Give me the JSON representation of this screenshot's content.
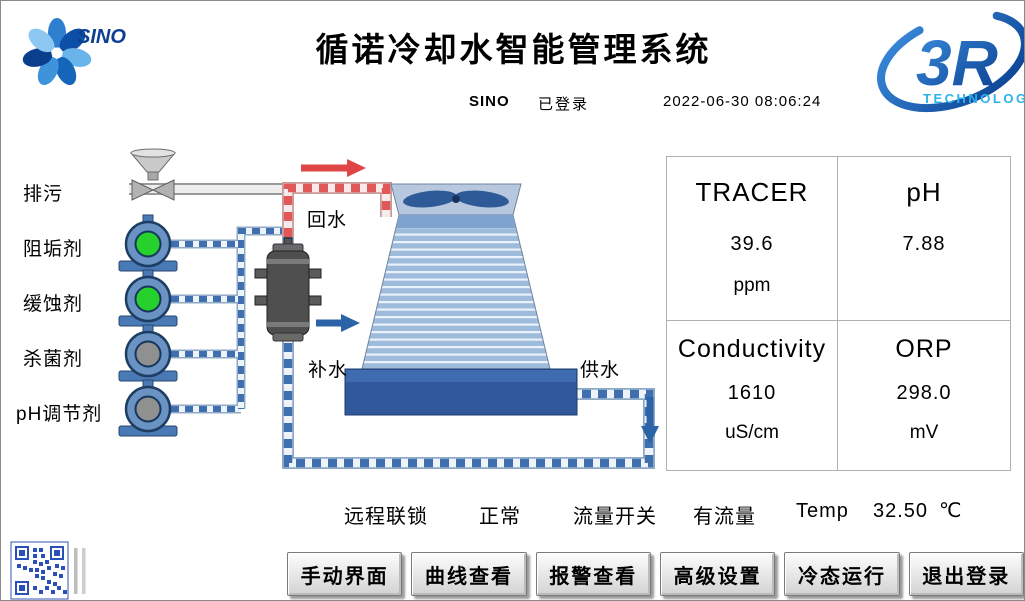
{
  "header": {
    "title": "循诺冷却水智能管理系统",
    "user": "SINO",
    "login_status": "已登录",
    "datetime": "2022-06-30 08:06:24"
  },
  "logos": {
    "sino_text": "SINO",
    "r3_text": "3R",
    "r3_sub": "TECHNOLOGY"
  },
  "dosing": {
    "blowdown": "排污",
    "scale_inhibitor": "阻垢剂",
    "corrosion_inhibitor": "缓蚀剂",
    "biocide": "杀菌剂",
    "ph_regulator": "pH调节剂"
  },
  "diagram": {
    "return_water": "回水",
    "makeup_water": "补水",
    "supply_water": "供水"
  },
  "readings": {
    "tracer": {
      "name": "TRACER",
      "value": "39.6",
      "unit": "ppm"
    },
    "ph": {
      "name": "pH",
      "value": "7.88",
      "unit": ""
    },
    "conductivity": {
      "name": "Conductivity",
      "value": "1610",
      "unit": "uS/cm"
    },
    "orp": {
      "name": "ORP",
      "value": "298.0",
      "unit": "mV"
    }
  },
  "status_bar": {
    "interlock_label": "远程联锁",
    "interlock_value": "正常",
    "flow_label": "流量开关",
    "flow_value": "有流量",
    "temp_label": "Temp",
    "temp_value": "32.50",
    "temp_unit": "℃"
  },
  "buttons": {
    "manual": "手动界面",
    "curves": "曲线查看",
    "alarms": "报警查看",
    "settings": "高级设置",
    "cold_run": "冷态运行",
    "logout": "退出登录"
  },
  "colors": {
    "pump_on": "#25d12a",
    "pump_off": "#909090"
  }
}
